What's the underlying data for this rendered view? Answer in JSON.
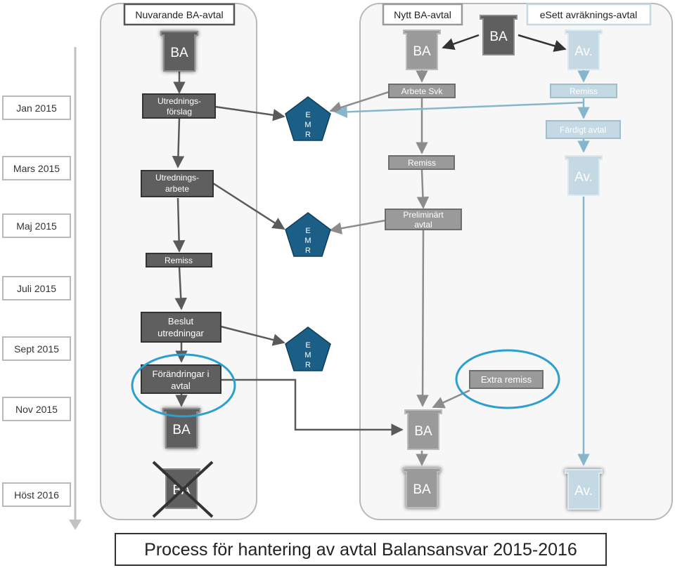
{
  "title": "Process för hantering av avtal Balansansvar 2015-2016",
  "columns": {
    "current": "Nuvarande BA-avtal",
    "new": "Nytt BA-avtal",
    "esett": "eSett avräknings-avtal"
  },
  "timeline": [
    "Jan 2015",
    "Mars 2015",
    "Maj 2015",
    "Juli 2015",
    "Sept 2015",
    "Nov 2015",
    "Höst 2016"
  ],
  "docs": {
    "ba": "BA",
    "av": "Av."
  },
  "current_steps": {
    "forslag": [
      "Utrednings-",
      "förslag"
    ],
    "arbete": [
      "Utrednings-",
      "arbete"
    ],
    "remiss": "Remiss",
    "beslut": [
      "Beslut",
      "utredningar"
    ],
    "forandringar": [
      "Förändringar i",
      "avtal"
    ]
  },
  "new_steps": {
    "arbete_svk": "Arbete Svk",
    "remiss": "Remiss",
    "preliminart": [
      "Preliminärt",
      "avtal"
    ],
    "extra_remiss": "Extra remiss"
  },
  "esett_steps": {
    "remiss": "Remiss",
    "fardigt": "Färdigt avtal"
  },
  "emr_letters": [
    "E",
    "M",
    "R"
  ],
  "colors": {
    "dark_box": "#5f5f5f",
    "mid_box": "#9a9a9a",
    "light_blue": "#c5d9e4",
    "emr": "#1b5e86",
    "highlight": "#2a9fd0",
    "lane": "#f7f7f7"
  }
}
